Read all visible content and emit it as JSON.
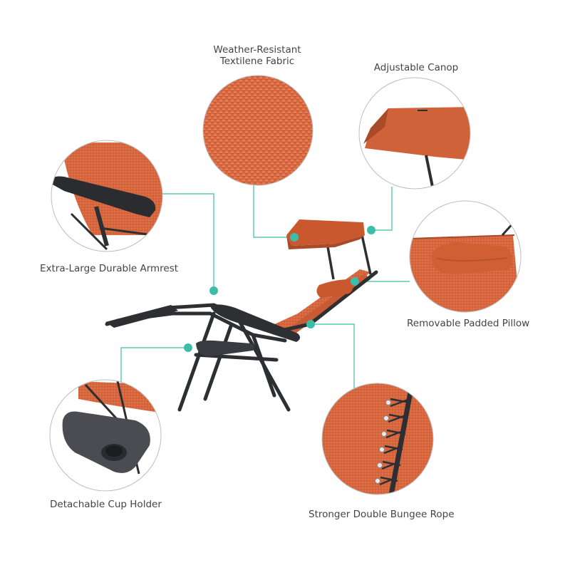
{
  "colors": {
    "fabric": "#d8673f",
    "fabric_dark": "#b85330",
    "frame": "#2e2f33",
    "callout": "#3dbda7",
    "circle_border": "#bdbdbd",
    "text": "#444444"
  },
  "callouts": {
    "fabric": {
      "line1": "Weather-Resistant",
      "line2": "Textilene Fabric",
      "icon": "fabric-texture-detail"
    },
    "canopy": {
      "label": "Adjustable Canop",
      "icon": "canopy-detail"
    },
    "armrest": {
      "label": "Extra-Large Durable Armrest",
      "icon": "armrest-detail"
    },
    "pillow": {
      "label": "Removable Padded Pillow",
      "icon": "pillow-detail"
    },
    "cup_holder": {
      "label": "Detachable Cup Holder",
      "icon": "cup-holder-detail"
    },
    "bungee": {
      "label": "Stronger Double Bungee Rope",
      "icon": "bungee-detail"
    }
  }
}
